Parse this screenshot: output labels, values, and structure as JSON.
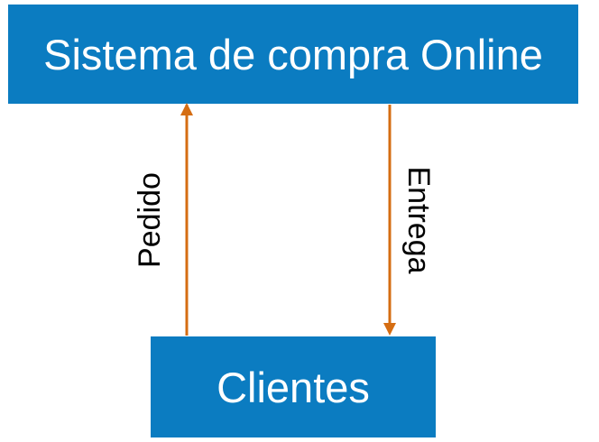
{
  "colors": {
    "box_fill": "#0b7cc1",
    "box_text": "#ffffff",
    "arrow": "#d56d12",
    "label_text": "#000000"
  },
  "nodes": {
    "top": {
      "label": "Sistema de compra Online"
    },
    "bottom": {
      "label": "Clientes"
    }
  },
  "edges": [
    {
      "label": "Pedido",
      "from": "Clientes",
      "to": "Sistema de compra Online"
    },
    {
      "label": "Entrega",
      "from": "Sistema de compra Online",
      "to": "Clientes"
    }
  ]
}
